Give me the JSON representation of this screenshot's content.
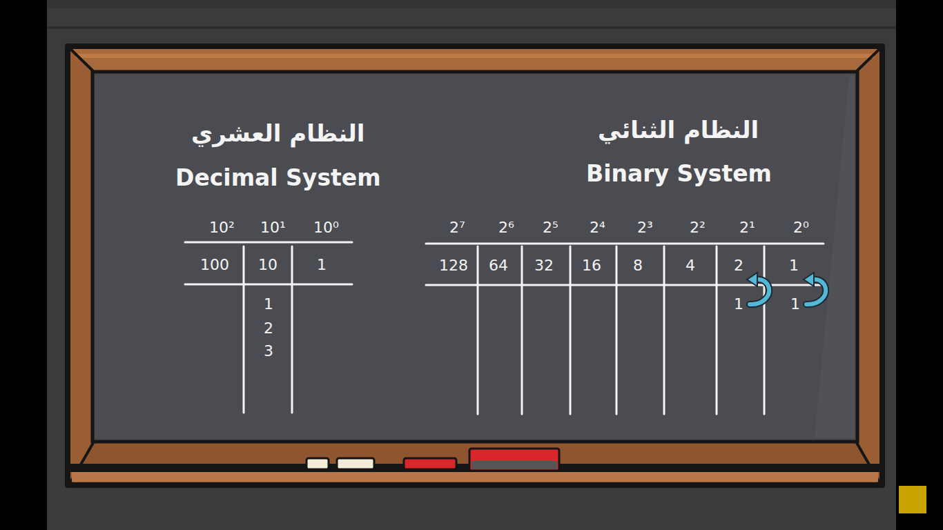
{
  "diagram": {
    "labels": [
      "النظام العشري",
      "Decimal System",
      "النظام الثنائي",
      "Binary System",
      "10²",
      "10¹",
      "10⁰",
      "100",
      "10",
      "1",
      "1",
      "2",
      "3",
      "2⁷",
      "2⁶",
      "2⁵",
      "2⁴",
      "2³",
      "2²",
      "2¹",
      "2⁰",
      "128",
      "64",
      "32",
      "16",
      "8",
      "4",
      "2",
      "1",
      "1",
      "1"
    ]
  }
}
